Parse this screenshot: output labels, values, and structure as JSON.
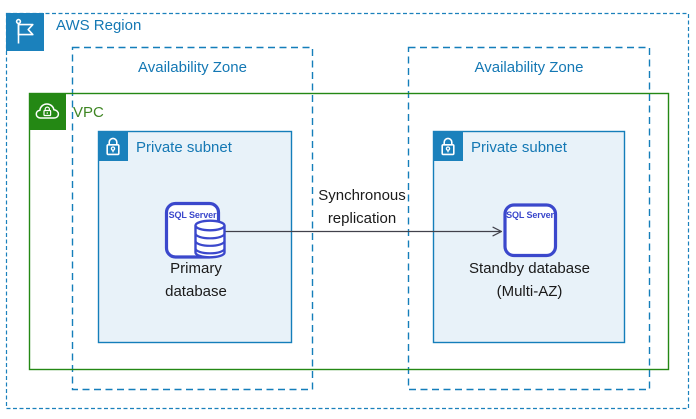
{
  "region": {
    "label": "AWS Region"
  },
  "availability_zones": [
    {
      "label": "Availability Zone"
    },
    {
      "label": "Availability Zone"
    }
  ],
  "vpc": {
    "label": "VPC"
  },
  "subnets": [
    {
      "label": "Private subnet"
    },
    {
      "label": "Private subnet"
    }
  ],
  "databases": [
    {
      "icon_label": "SQL Server",
      "caption": "Primary database"
    },
    {
      "icon_label": "SQL Server",
      "caption": "Standby database (Multi-AZ)"
    }
  ],
  "connection": {
    "label": "Synchronous replication"
  },
  "colors": {
    "blue": "#147EBA",
    "icon_blue": "#1B81BC",
    "vpc_green": "#248814",
    "vpc_text_green": "#3F8624",
    "subnet_fill": "#E8F2F9",
    "sql_indigo": "#3B48CC",
    "arrow": "#41414B",
    "caption_text": "#1A1A1A"
  }
}
